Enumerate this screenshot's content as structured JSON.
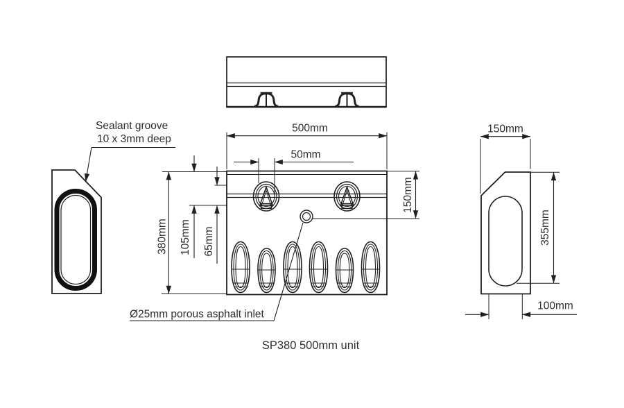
{
  "title": "SP380 500mm unit",
  "colors": {
    "background": "#ffffff",
    "unit_fill": "#d7d7d7",
    "line": "#1f1f1f",
    "text": "#2e2e2e",
    "seal_ring": "#111111"
  },
  "labels": {
    "sealant_groove_line1": "Sealant groove",
    "sealant_groove_line2": "10 x 3mm deep",
    "porous_inlet": "Ø25mm porous asphalt inlet"
  },
  "dimensions": {
    "front_width": "500mm",
    "anchor_offset": "50mm",
    "front_height": "380mm",
    "joint_offset_upper": "105mm",
    "joint_offset_lower": "65mm",
    "inlet_depth_from_top": "150mm",
    "side_width": "150mm",
    "side_inner_height": "355mm",
    "channel_width": "100mm"
  }
}
